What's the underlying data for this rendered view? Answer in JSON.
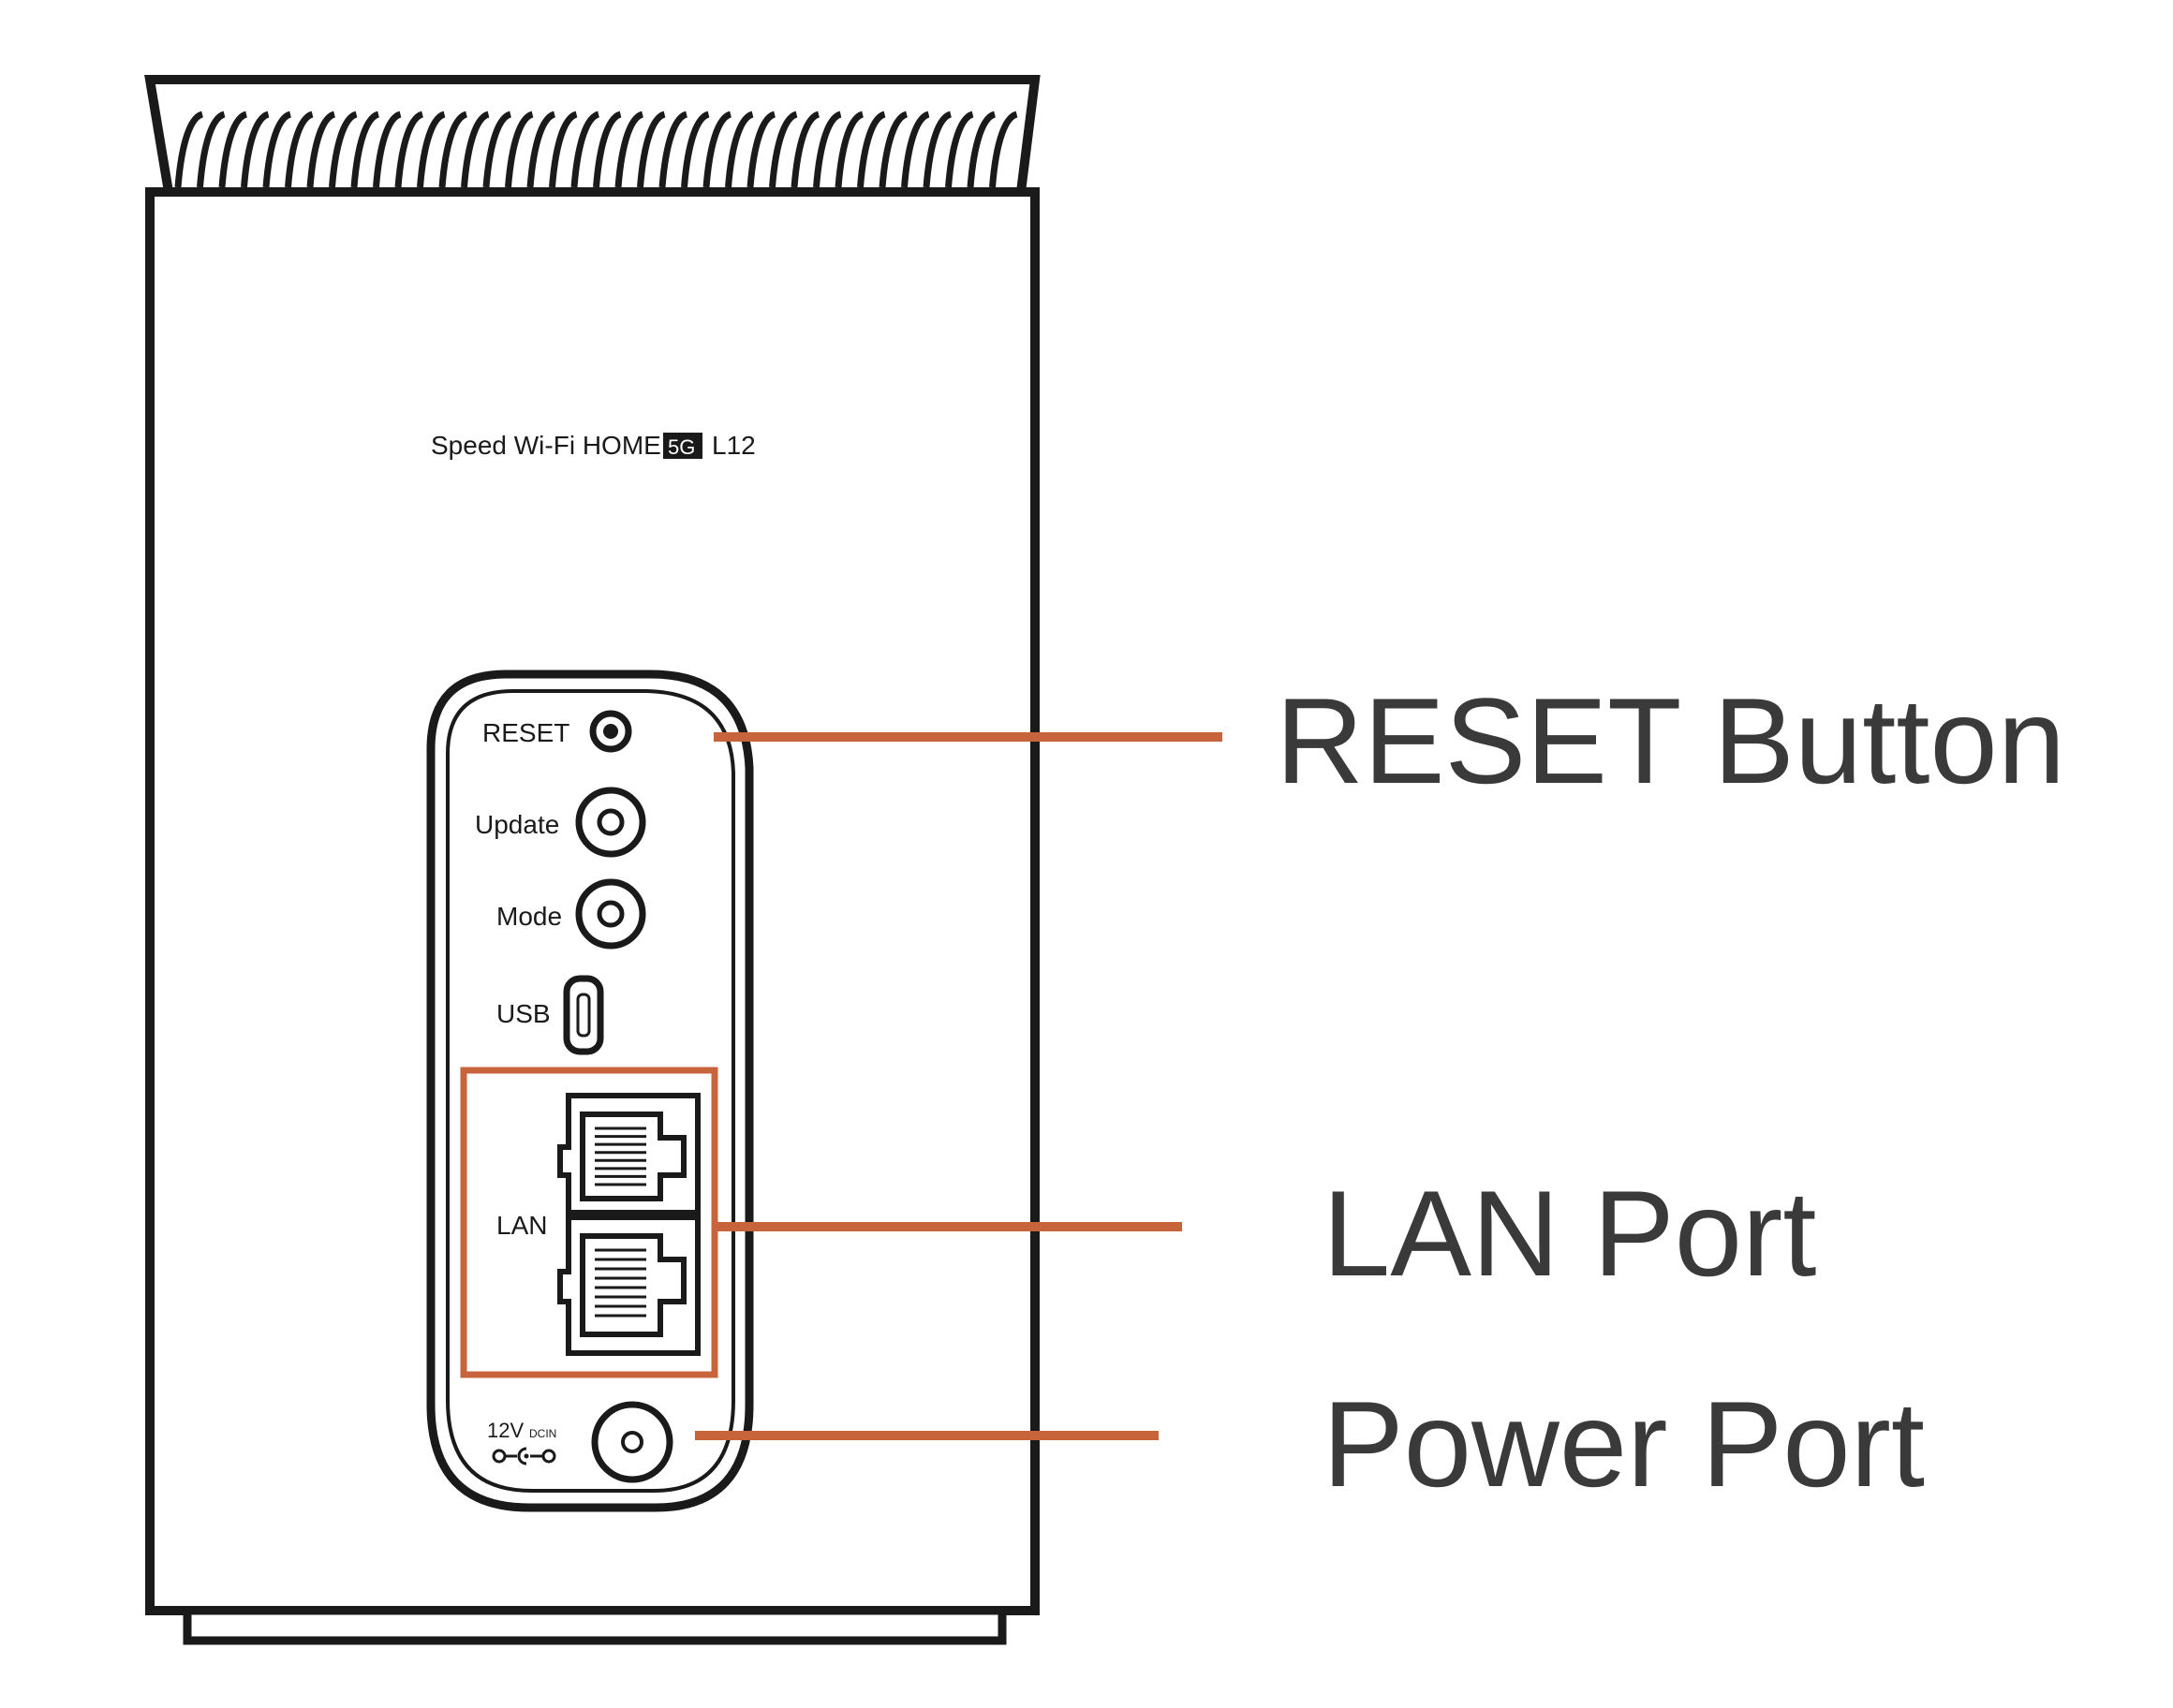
{
  "device": {
    "model_prefix": "Speed Wi-Fi HOME",
    "model_badge": "5G",
    "model_suffix": "L12"
  },
  "panel": {
    "reset_label": "RESET",
    "update_label": "Update",
    "mode_label": "Mode",
    "usb_label": "USB",
    "lan_label": "LAN",
    "power_label": "12V",
    "power_sub": "DCIN"
  },
  "callouts": {
    "reset": "RESET Button",
    "lan": "LAN Port",
    "power": "Power Port"
  },
  "colors": {
    "accent": "#c8643c",
    "outline": "#1a1a1a",
    "callout_text": "#3a3a3a",
    "background": "#ffffff"
  }
}
